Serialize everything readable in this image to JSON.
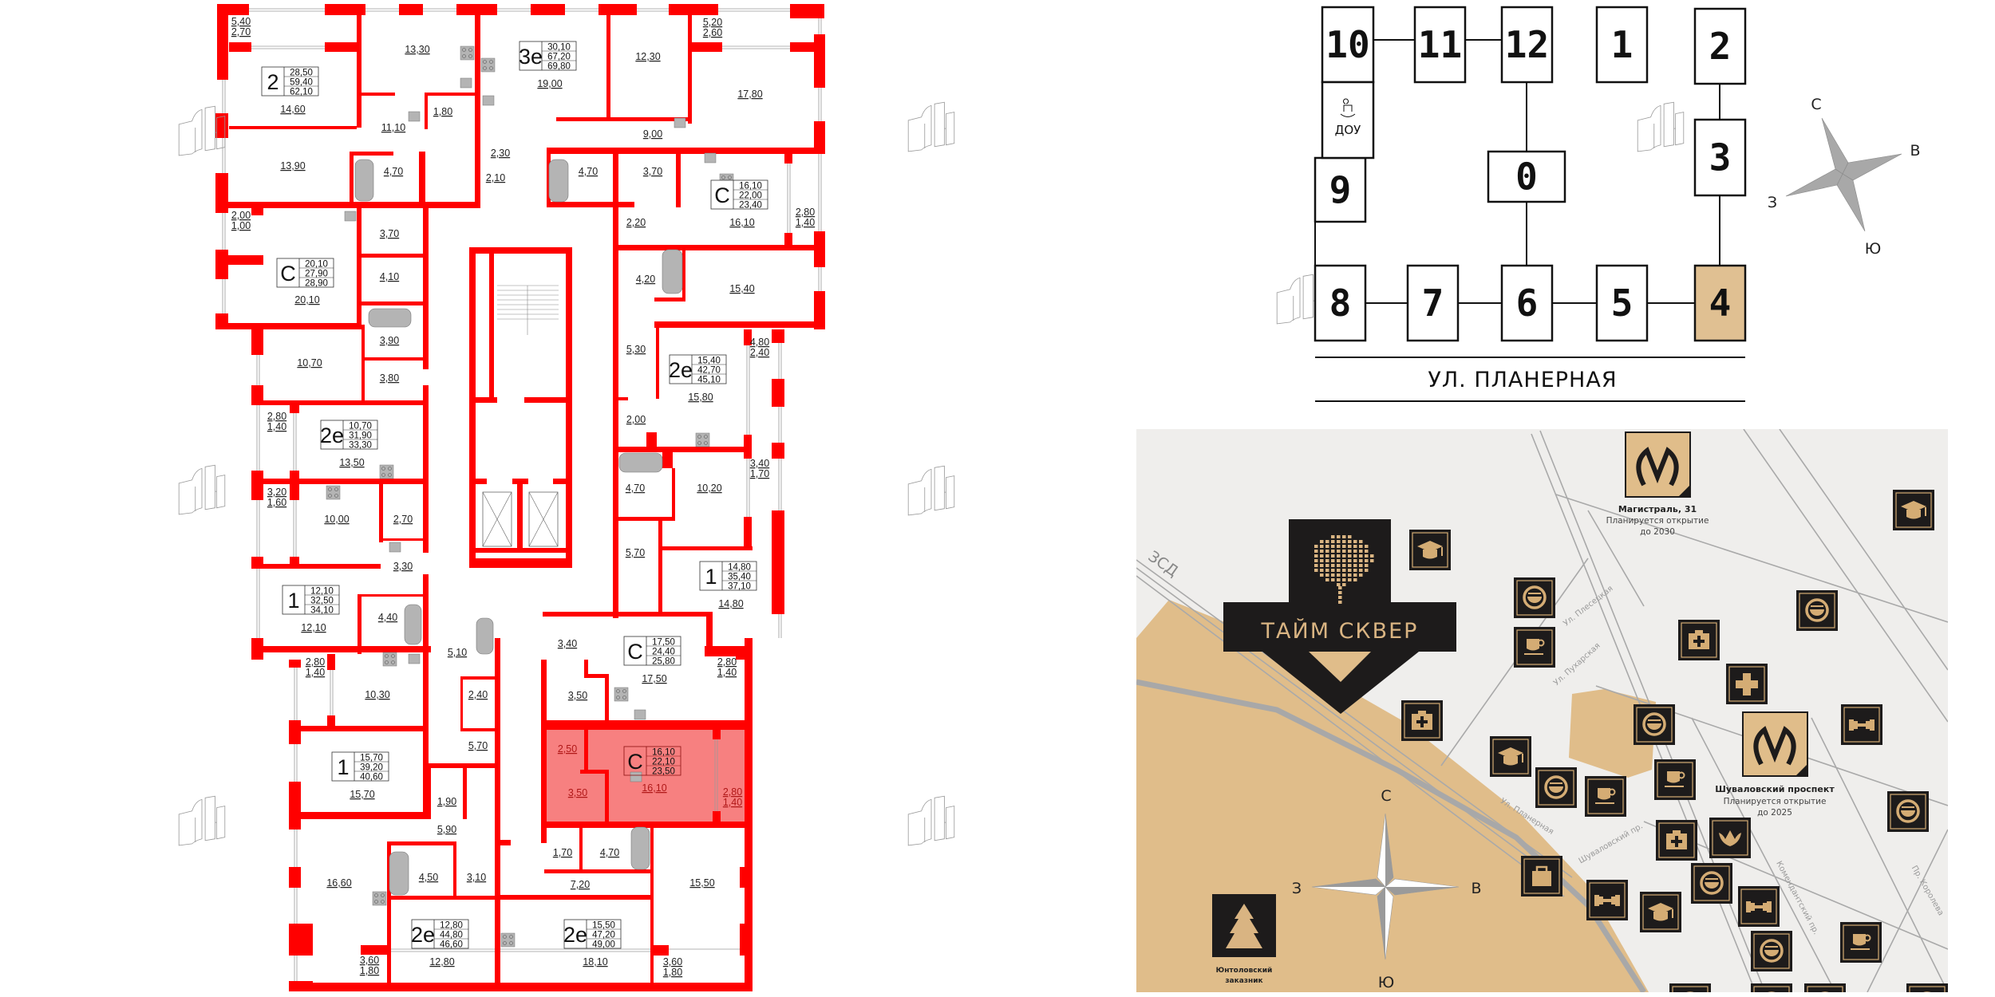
{
  "colors": {
    "wall": "#ff0000",
    "highlight": "#f44a4a",
    "fixture": "#b4b4b4",
    "map_bg": "#efeeec",
    "map_tan": "#e0bd8a",
    "icon_dark": "#1d1b1b",
    "icon_tan": "#d4ac74",
    "building_highlight": "#e0c092"
  },
  "floor_plan": {
    "selected_apartment": 9,
    "apartments": [
      {
        "type": "2",
        "areas": [
          "28,50",
          "59,40",
          "62,10"
        ]
      },
      {
        "type": "3е",
        "areas": [
          "30,10",
          "67,20",
          "69,80"
        ]
      },
      {
        "type": "С",
        "areas": [
          "20,10",
          "27,90",
          "28,90"
        ]
      },
      {
        "type": "С",
        "areas": [
          "16,10",
          "22,00",
          "23,40"
        ]
      },
      {
        "type": "2е",
        "areas": [
          "15,40",
          "42,70",
          "45,10"
        ]
      },
      {
        "type": "2е",
        "areas": [
          "10,70",
          "31,90",
          "33,30"
        ]
      },
      {
        "type": "1",
        "areas": [
          "12,10",
          "32,50",
          "34,10"
        ]
      },
      {
        "type": "1",
        "areas": [
          "14,80",
          "35,40",
          "37,10"
        ]
      },
      {
        "type": "С",
        "areas": [
          "17,50",
          "24,40",
          "25,80"
        ]
      },
      {
        "type": "С",
        "areas": [
          "16,10",
          "22,10",
          "23,50"
        ]
      },
      {
        "type": "1",
        "areas": [
          "15,70",
          "39,20",
          "40,60"
        ]
      },
      {
        "type": "2е",
        "areas": [
          "12,80",
          "44,80",
          "46,60"
        ]
      },
      {
        "type": "2е",
        "areas": [
          "15,50",
          "47,20",
          "49,00"
        ]
      }
    ],
    "rooms": [
      [
        "5,40",
        "2,70"
      ],
      [
        "13,30"
      ],
      [
        "14,60"
      ],
      [
        "1,80"
      ],
      [
        "11,10"
      ],
      [
        "2,30"
      ],
      [
        "13,90"
      ],
      [
        "4,70"
      ],
      [
        "2,10"
      ],
      [
        "2,00",
        "1,00"
      ],
      [
        "3,70"
      ],
      [
        "4,10"
      ],
      [
        "20,10"
      ],
      [
        "3,90"
      ],
      [
        "10,70"
      ],
      [
        "3,80"
      ],
      [
        "2,80",
        "1,40"
      ],
      [
        "13,50"
      ],
      [
        "3,20",
        "1,60"
      ],
      [
        "10,00"
      ],
      [
        "2,70"
      ],
      [
        "3,30"
      ],
      [
        "12,10"
      ],
      [
        "4,40"
      ],
      [
        "5,10"
      ],
      [
        "2,80",
        "1,40"
      ],
      [
        "10,30"
      ],
      [
        "2,40"
      ],
      [
        "5,70"
      ],
      [
        "15,70"
      ],
      [
        "1,90"
      ],
      [
        "5,90"
      ],
      [
        "16,60"
      ],
      [
        "4,50"
      ],
      [
        "3,10"
      ],
      [
        "3,60",
        "1,80"
      ],
      [
        "12,80"
      ],
      [
        "19,00"
      ],
      [
        "12,30"
      ],
      [
        "5,20",
        "2,60"
      ],
      [
        "17,80"
      ],
      [
        "9,00"
      ],
      [
        "4,70"
      ],
      [
        "3,70"
      ],
      [
        "16,10"
      ],
      [
        "2,20"
      ],
      [
        "2,80",
        "1,40"
      ],
      [
        "4,20"
      ],
      [
        "15,40"
      ],
      [
        "5,30"
      ],
      [
        "4,80",
        "2,40"
      ],
      [
        "15,80"
      ],
      [
        "2,00"
      ],
      [
        "4,70"
      ],
      [
        "10,20"
      ],
      [
        "3,40",
        "1,70"
      ],
      [
        "5,70"
      ],
      [
        "14,80"
      ],
      [
        "3,40"
      ],
      [
        "17,50"
      ],
      [
        "2,80",
        "1,40"
      ],
      [
        "3,50"
      ],
      [
        "2,50"
      ],
      [
        "3,50"
      ],
      [
        "16,10"
      ],
      [
        "2,80",
        "1,40"
      ],
      [
        "1,70"
      ],
      [
        "4,70"
      ],
      [
        "7,20"
      ],
      [
        "15,50"
      ],
      [
        "18,10"
      ],
      [
        "3,60",
        "1,80"
      ]
    ]
  },
  "site_plan": {
    "buildings": [
      "10",
      "11",
      "12",
      "1",
      "2",
      "9",
      "0",
      "3",
      "8",
      "7",
      "6",
      "5",
      "4"
    ],
    "kindergarten_label": "ДОУ",
    "kindergarten_icon": "rocking-horse-icon",
    "highlighted_building": "4",
    "street": "УЛ. ПЛАНЕРНАЯ",
    "compass": {
      "north": "С",
      "east": "В",
      "south": "Ю",
      "west": "З"
    }
  },
  "map": {
    "logo_text": "ТАЙМ СКВЕР",
    "road_label": "ЗСД",
    "streets": [
      "Ул. Планерная",
      "Ул. Плесецкая",
      "Ул. Пухарская",
      "Шуваловский пр.",
      "Комендантский пр.",
      "Пр. Королева"
    ],
    "metro": [
      {
        "name": "Магистраль, 31",
        "note": "Планируется открытие",
        "date": "до 2030"
      },
      {
        "name": "Шуваловский проспект",
        "note": "Планируется открытие",
        "date": "до 2025"
      }
    ],
    "reserve_label_1": "Юнтоловский",
    "reserve_label_2": "заказник",
    "compass": {
      "north": "С",
      "east": "В",
      "south": "Ю",
      "west": "З"
    },
    "pois": [
      "education",
      "smile",
      "coffee",
      "medkit",
      "education",
      "smile",
      "bag",
      "education",
      "smile",
      "medkit",
      "plus",
      "smile",
      "dumbbell",
      "coffee",
      "coffee",
      "smile",
      "medkit",
      "crown",
      "smile",
      "dumbbell",
      "education",
      "dumbbell",
      "smile",
      "coffee",
      "smile",
      "smile",
      "smile",
      "smile"
    ]
  }
}
